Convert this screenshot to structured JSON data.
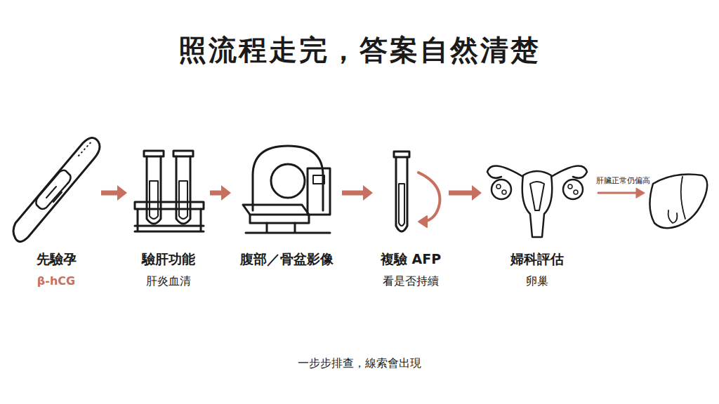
{
  "diagram": {
    "title": "照流程走完，答案自然清楚",
    "caption": "一步步排查，線索會出現",
    "nodes": [
      {
        "text": [
          "先驗孕",
          "β-hCG"
        ]
      },
      {
        "text": [
          "驗肝功能",
          "肝炎血清"
        ]
      },
      {
        "text": [
          "腹部／骨盆影像"
        ]
      },
      {
        "text": [
          "複驗 AFP",
          "看是否持續"
        ]
      },
      {
        "text": [
          "婦科評估",
          "卵巢"
        ]
      }
    ],
    "edges": [
      {
        "from": 0,
        "to": 1,
        "arrow": "to"
      },
      {
        "from": 1,
        "to": 2,
        "arrow": "to"
      },
      {
        "from": 2,
        "to": 3,
        "arrow": "to"
      },
      {
        "from": 3,
        "to": 4,
        "arrow": "to"
      }
    ],
    "labels": [
      "肝臟正常仍偏高"
    ]
  }
}
